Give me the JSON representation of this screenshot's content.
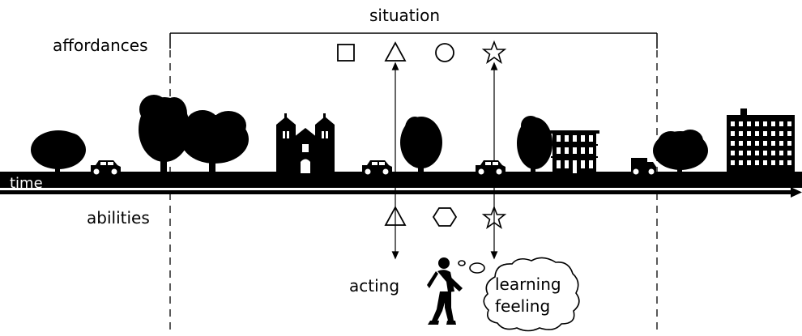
{
  "labels": {
    "situation": "situation",
    "affordances": "affordances",
    "abilities": "abilities",
    "time": "time",
    "acting": "acting",
    "thought_line1": "learning",
    "thought_line2": "feeling"
  },
  "affordance_shapes": [
    "square-icon",
    "triangle-icon",
    "circle-icon",
    "star-icon"
  ],
  "ability_shapes": [
    "triangle-icon",
    "hexagon-icon",
    "star-icon"
  ],
  "colors": {
    "ink": "#000000",
    "background": "#ffffff"
  }
}
